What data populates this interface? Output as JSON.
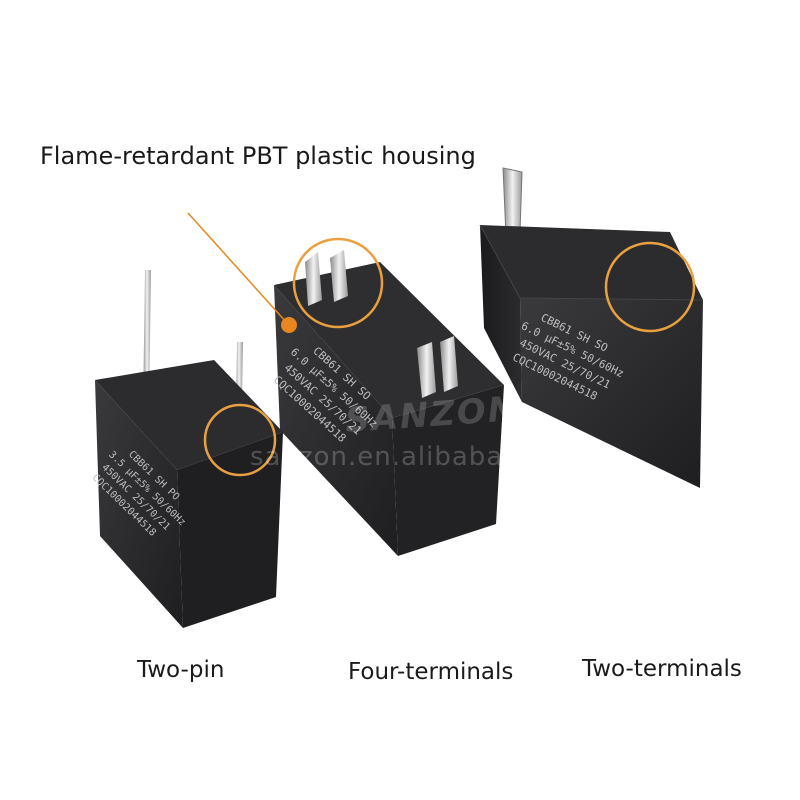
{
  "heading": "Flame-retardant PBT plastic housing",
  "captions": {
    "left": "Two-pin",
    "middle": "Four-terminals",
    "right": "Two-terminals"
  },
  "products": {
    "left": {
      "line1": "CBB61 SH PO",
      "line2": "3.5 μF±5% 50/60Hz",
      "line3": "450VAC 25/70/21",
      "line4": "CQC10002044518"
    },
    "middle": {
      "line1": "CBB61 SH SO",
      "line2": "6.0 μF±5% 50/60Hz",
      "line3": "450VAC 25/70/21",
      "line4": "CQC10002044518"
    },
    "right": {
      "line1": "CBB61 SH SO",
      "line2": "6.0 μF±5% 50/60Hz",
      "line3": "450VAC 25/70/21",
      "line4": "CQC10002044518"
    }
  },
  "watermark": {
    "logo": "SANZON",
    "site": "sanzon.en.alibaba.com"
  },
  "colors": {
    "accent": "#e8871e",
    "body": "#2a2a2c",
    "text": "#1a1a1a"
  }
}
